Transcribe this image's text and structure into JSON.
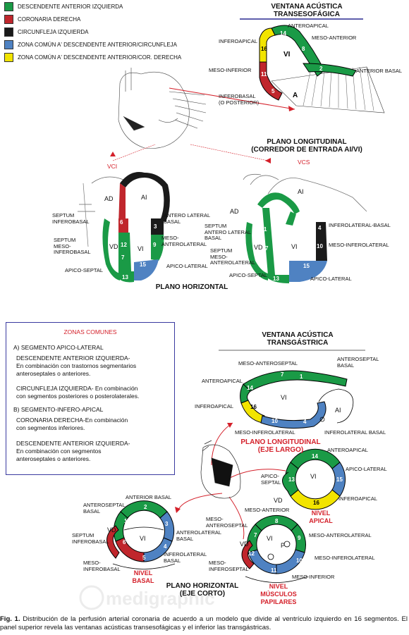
{
  "legend": [
    {
      "label": "DESCENDENTE ANTERIOR IZQUIERDA",
      "color": "#1a9a46"
    },
    {
      "label": "CORONARIA DERECHA",
      "color": "#c0262c"
    },
    {
      "label": "CIRCUNFLEJA IZQUIERDA",
      "color": "#1a1a1a"
    },
    {
      "label": "ZONA COMÚN A' DESCENDENTE ANTERIOR/CIRCUNFLEJA",
      "color": "#4f82c2"
    },
    {
      "label": "ZONA COMÚN A' DESCENDENTE ANTERIOR/COR. DERECHA",
      "color": "#f2e400"
    }
  ],
  "top": {
    "title1": "VENTANA ACÚSTICA",
    "title2": "TRANSESOFÁGICA",
    "labels": {
      "anteroapical": "ANTEROAPICAL",
      "meso_anterior": "MESO-ANTERIOR",
      "inferoapical": "INFEROAPICAL",
      "meso_inferior": "MESO-INFERIOR",
      "anterior_basal": "ANTERIOR BASAL",
      "inferobasal": "INFEROBASAL",
      "posterior": "(O POSTERIOR)",
      "vi": "VI",
      "a": "A"
    },
    "plano_long1": "PLANO LONGITUDINAL",
    "plano_long2": "(CORREDOR DE ENTRADA AI/VI)"
  },
  "middle": {
    "vci": "VCI",
    "vcs": "VCS",
    "ad": "AD",
    "ai": "AI",
    "vd": "VD",
    "vi": "VI",
    "left_labels": {
      "septum_inferobasal": [
        "SEPTUM",
        "INFEROBASAL"
      ],
      "septum_meso": [
        "SEPTUM",
        "MESO-",
        "INFEROBASAL"
      ],
      "apico_septal": "APICO-SEPTAL",
      "antero_lateral_basal": [
        "ANTERO LATERAL",
        "BASAL"
      ],
      "meso_anterolateral": [
        "MESO-",
        "ANTEROLATERAL"
      ],
      "apico_lateral": "APICO-LATERAL"
    },
    "right_labels": {
      "septum_antero": [
        "SEPTUM",
        "ANTERO LATERAL",
        "BASAL"
      ],
      "septum_meso": [
        "SEPTUM",
        "MESO-",
        "ANTEROLATERAL"
      ],
      "apico_septal": "APICO-SEPTAL",
      "inferolateral_basal": "INFEROLATERAL-BASAL",
      "meso_inferolateral": "MESO-INFEROLATERAL",
      "apico_lateral": "APICO-LATERAL"
    },
    "plano_horizontal": "PLANO HORIZONTAL"
  },
  "box": {
    "title": "ZONAS COMUNES",
    "lines": [
      "A) SEGMENTO APICO-LATERAL",
      "DESCENDENTE ANTERIOR IZQUIERDA-",
      "En combinación con trastornos segmentarios",
      "anteroseptales o anteriores.",
      "CIRCUNFLEJA IZQUIERDA- En combinación",
      "con segmentos posteriores o posterolaterales.",
      "B) SEGMENTO-INFERO-APICAL",
      "CORONARIA DERECHA-En combinación",
      "con segmentos inferiores.",
      "DESCENDENTE ANTERIOR IZQUIERDA-",
      "En combinación con segmentos",
      "anteroseptales o anteriores."
    ]
  },
  "bottom": {
    "title1": "VENTANA ACÚSTICA",
    "title2": "TRANSGÁSTRICA",
    "long_labels": {
      "meso_anteroseptal": "MESO-ANTEROSEPTAL",
      "anteroseptal_basal": [
        "ANTEROSEPTAL",
        "BASAL"
      ],
      "anteroapical": "ANTEROAPICAL",
      "inferoapical": "INFEROAPICAL",
      "meso_inferolateral": "MESO-INFEROLATERAL",
      "inferolateral_basal": "INFEROLATERAL BASAL",
      "vi": "VI",
      "ai": "AI"
    },
    "plano_long1": "PLANO LONGITUDINAL",
    "plano_long2": "(EJE LARGO)",
    "apical": {
      "anteroapical": "ANTEROAPICAL",
      "apico_lateral": "APICO-LATERAL",
      "apico_septal": [
        "APICO-",
        "SEPTAL"
      ],
      "inferoapical": "INFEROAPICAL",
      "vd": "VD",
      "vi": "VI",
      "nivel": "NIVEL",
      "apical": "APICAL"
    },
    "basal": {
      "anterior_basal": "ANTERIOR BASAL",
      "anteroseptal_basal": [
        "ANTEROSEPTAL",
        "BASAL"
      ],
      "septum_inferobasal": [
        "SEPTUM",
        "INFEROBASAL"
      ],
      "anterolateral_basal": [
        "ANTEROLATERAL",
        "BASAL"
      ],
      "inferolateral_basal": [
        "INFEROLATERAL",
        "BASAL"
      ],
      "meso_inferobasal": [
        "MESO-",
        "INFEROBASAL"
      ],
      "vd": "VD",
      "vi": "VI",
      "nivel": "NIVEL",
      "basal": "BASAL"
    },
    "papilar": {
      "meso_anterior": "MESO-ANTERIOR",
      "meso_anteroseptal": [
        "MESO-",
        "ANTEROSEPTAL"
      ],
      "meso_anterolateral": "MESO-ANTEROLATERAL",
      "meso_inferolateral": "MESO-INFEROLATERAL",
      "meso_inferoseptal": [
        "MESO-",
        "INFEROSEPTAL"
      ],
      "meso_inferior": "MESO-INFERIOR",
      "vd": "VD",
      "vi": "VI",
      "p": "P",
      "nivel": "NIVEL",
      "musculos": "MÚSCULOS",
      "papilares": "PAPILARES"
    },
    "plano_horizontal1": "PLANO HORIZONTAL",
    "plano_horizontal2": "(EJE CORTO)"
  },
  "caption": {
    "bold": "Fig. 1.",
    "text": " Distribución de la perfusión arterial coronaria de acuerdo a un modelo que divide al ventrículo izquierdo en 16 segmentos. El panel superior revela las ventanas acústicas transesofágicas y el inferior las transgástricas."
  },
  "watermark": "medigraphic"
}
